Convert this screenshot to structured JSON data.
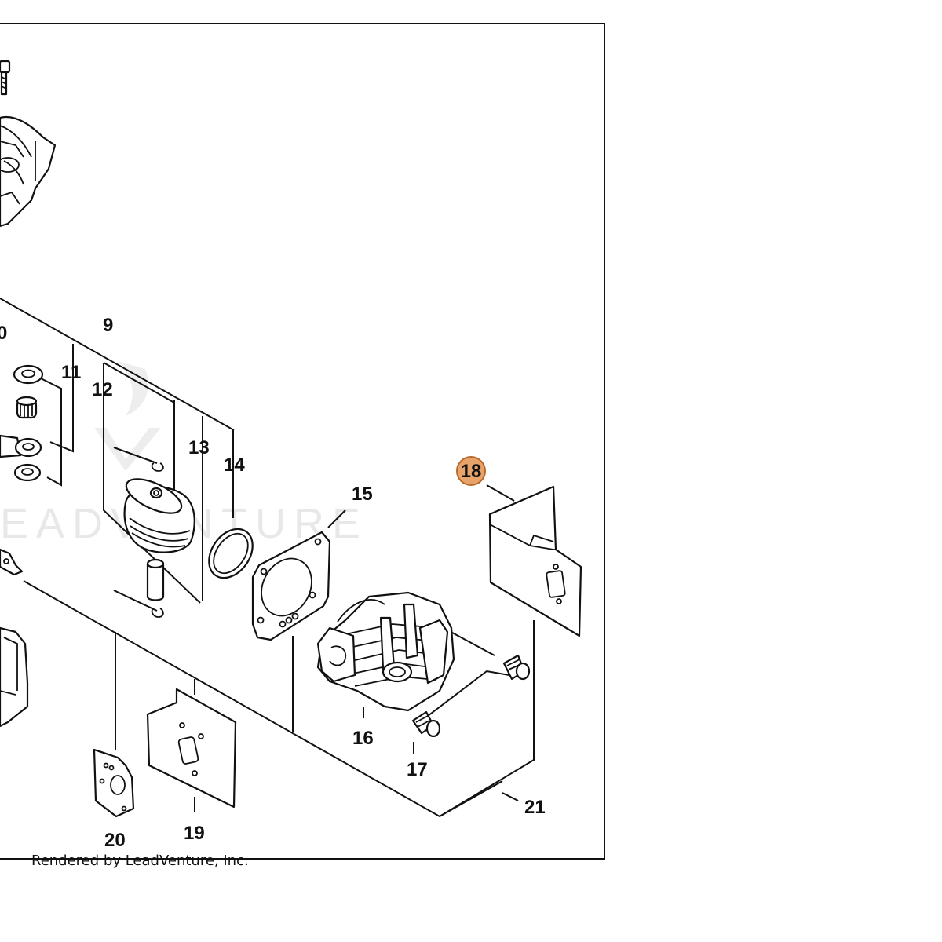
{
  "diagram": {
    "callouts": {
      "c0": "0",
      "c9": "9",
      "c11": "11",
      "c12": "12",
      "c13": "13",
      "c14": "14",
      "c15": "15",
      "c16": "16",
      "c17": "17",
      "c18": "18",
      "c19": "19",
      "c20": "20",
      "c21": "21"
    },
    "highlighted_callout": "18",
    "highlight_color": "#e8a36a",
    "highlight_border": "#b86a2c",
    "watermark": "EADVENTURE",
    "footer": "Rendered by LeadVenture, Inc."
  }
}
